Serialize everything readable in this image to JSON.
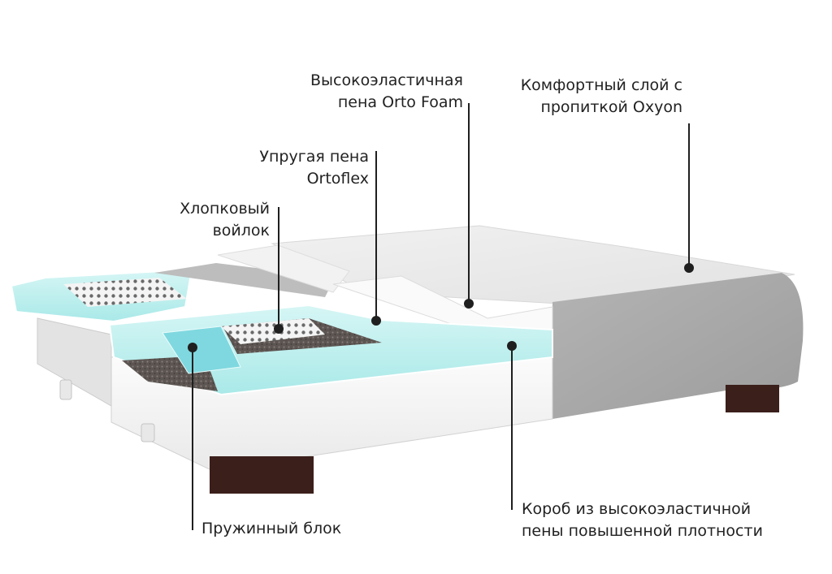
{
  "labels": {
    "orto_foam": {
      "line1": "Высокоэластичная",
      "line2": "пена Orto Foam"
    },
    "comfort_layer": {
      "line1": "Комфортный слой с",
      "line2": "пропиткой Oxyon"
    },
    "ortoflex": {
      "line1": "Упругая пена",
      "line2": "Ortoflex"
    },
    "felt": {
      "line1": "Хлопковый",
      "line2": "войлок"
    },
    "spring_block": {
      "line1": "Пружинный блок"
    },
    "box": {
      "line1": "Короб из высокоэластичной",
      "line2": "пены повышенной плотности"
    }
  },
  "colors": {
    "line": "#1f1f1f",
    "upholstery": "#a9a9a9",
    "frame": "#ffffff",
    "foam_accent": "#bff0ee",
    "spring": "#7fd9e0",
    "felt": "#5d5653",
    "legs": "#3a1f1b"
  }
}
